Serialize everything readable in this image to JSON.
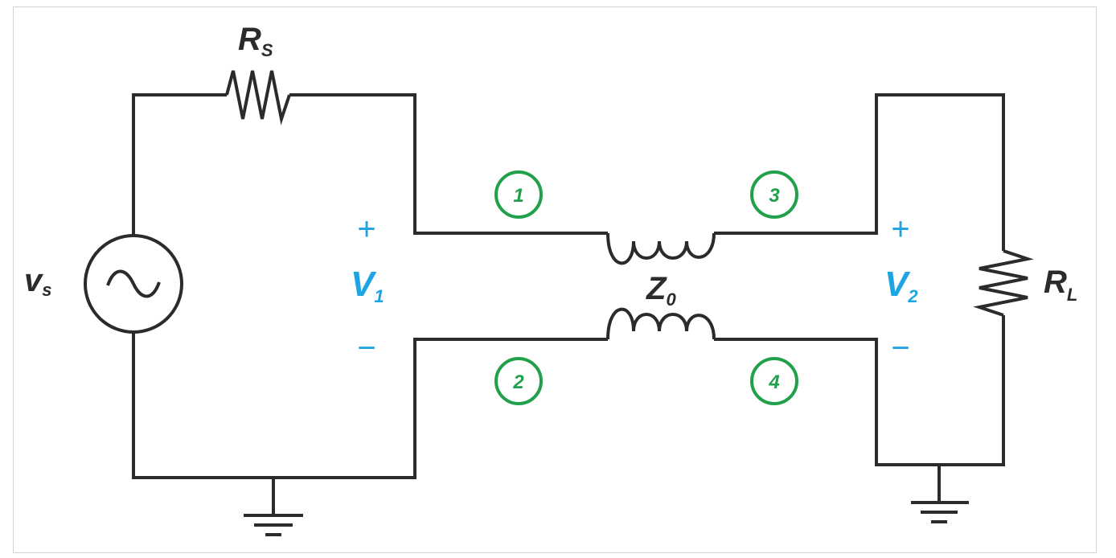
{
  "labels": {
    "source_resistor_main": "R",
    "source_resistor_sub": "S",
    "load_resistor_main": "R",
    "load_resistor_sub": "L",
    "source_voltage_main": "v",
    "source_voltage_sub": "s",
    "impedance_main": "Z",
    "impedance_sub": "0",
    "input_voltage_main": "V",
    "input_voltage_sub": "1",
    "output_voltage_main": "V",
    "output_voltage_sub": "2",
    "plus_sign": "+",
    "minus_sign": "−"
  },
  "nodes": [
    "1",
    "2",
    "3",
    "4"
  ],
  "colors": {
    "wire": "#2b2b2b",
    "voltage_label": "#1ea3e3",
    "node_marker": "#22a04a"
  }
}
